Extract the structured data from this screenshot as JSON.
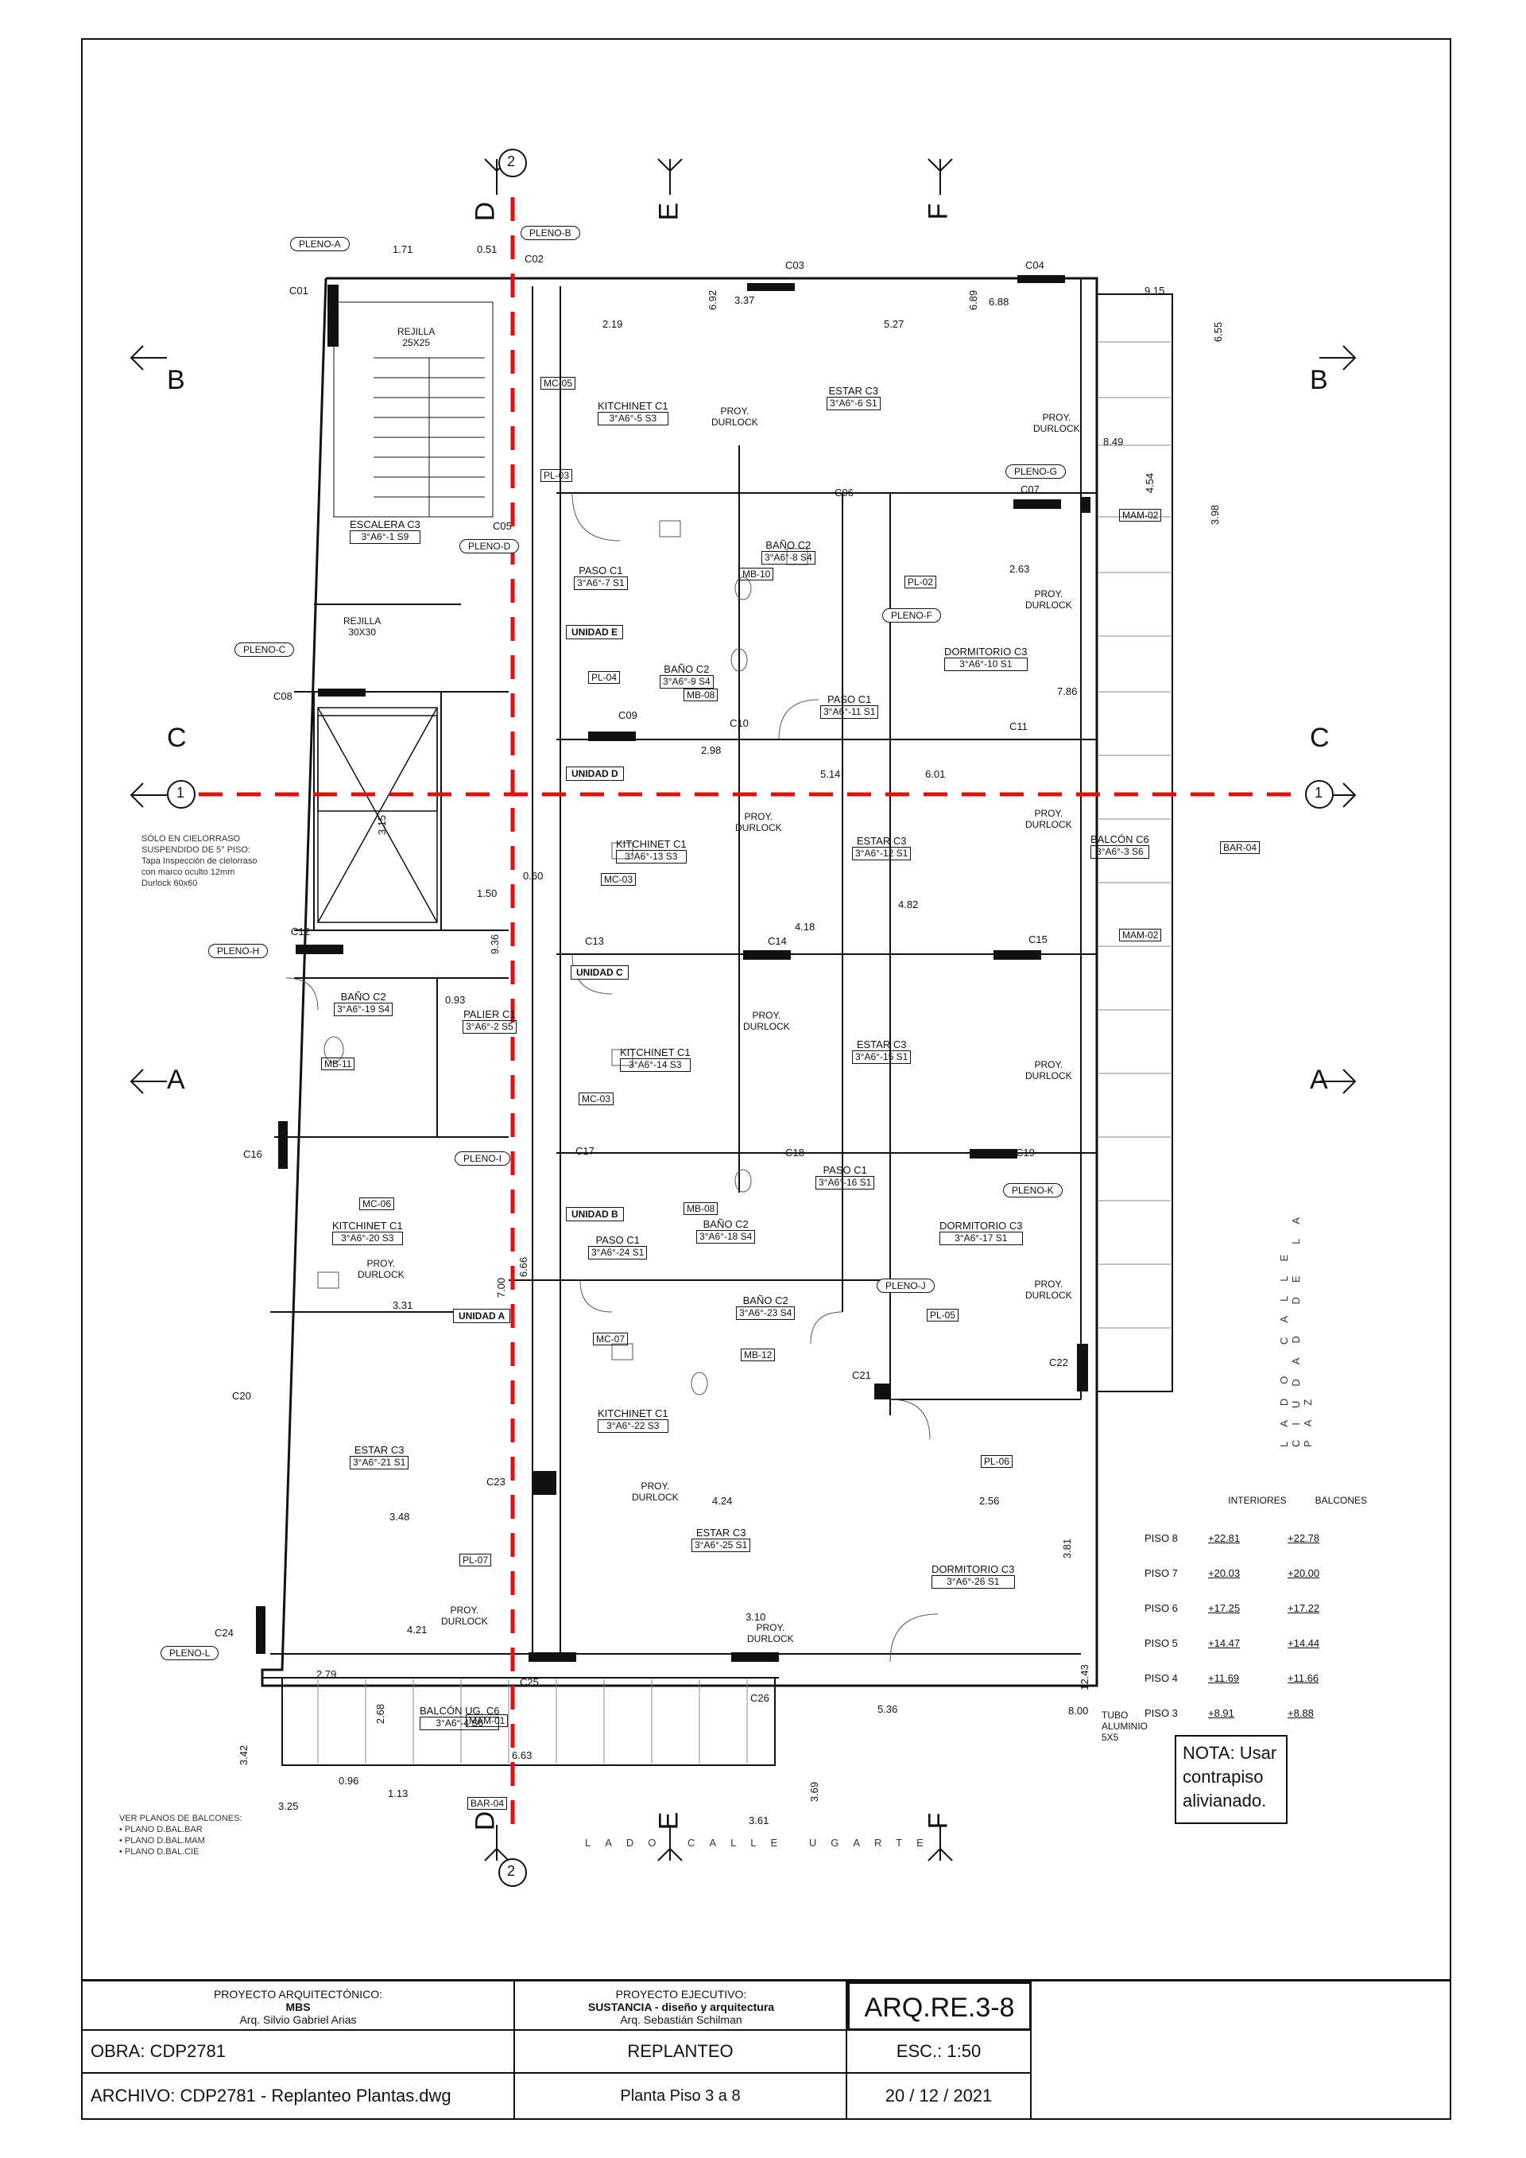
{
  "grid": {
    "rows": [
      "A",
      "B",
      "C"
    ],
    "cols": [
      "D",
      "E",
      "F"
    ],
    "axes": [
      "1",
      "2"
    ]
  },
  "plenos": [
    "PLENO-A",
    "PLENO-B",
    "PLENO-C",
    "PLENO-D",
    "PLENO-F",
    "PLENO-G",
    "PLENO-H",
    "PLENO-I",
    "PLENO-J",
    "PLENO-K",
    "PLENO-L"
  ],
  "unidades": [
    "UNIDAD A",
    "UNIDAD B",
    "UNIDAD C",
    "UNIDAD D",
    "UNIDAD E"
  ],
  "rooms": {
    "escalera": {
      "name": "ESCALERA",
      "cat": "C3",
      "code": "3°A6°-1",
      "s": "S9"
    },
    "kitchinet5": {
      "name": "KITCHINET",
      "cat": "C1",
      "code": "3°A6°-5",
      "s": "S3"
    },
    "estar6": {
      "name": "ESTAR",
      "cat": "C3",
      "code": "3°A6°-6",
      "s": "S1"
    },
    "paso7": {
      "name": "PASO",
      "cat": "C1",
      "code": "3°A6°-7",
      "s": "S1"
    },
    "bano8": {
      "name": "BAÑO",
      "cat": "C2",
      "code": "3°A6°-8",
      "s": "S4"
    },
    "bano9": {
      "name": "BAÑO",
      "cat": "C2",
      "code": "3°A6°-9",
      "s": "S4"
    },
    "dormitorio10": {
      "name": "DORMITORIO",
      "cat": "C3",
      "code": "3°A6°-10",
      "s": "S1"
    },
    "paso11": {
      "name": "PASO",
      "cat": "C1",
      "code": "3°A6°-11",
      "s": "S1"
    },
    "estar12": {
      "name": "ESTAR",
      "cat": "C3",
      "code": "3°A6°-12",
      "s": "S1"
    },
    "kitchinet13": {
      "name": "KITCHINET",
      "cat": "C1",
      "code": "3°A6°-13",
      "s": "S3"
    },
    "balcon3": {
      "name": "BALCÓN",
      "cat": "C6",
      "code": "3°A6°-3",
      "s": "S6"
    },
    "palier": {
      "name": "PALIER",
      "cat": "C1",
      "code": "3°A6°-2",
      "s": "S5"
    },
    "kitchinet14": {
      "name": "KITCHINET",
      "cat": "C1",
      "code": "3°A6°-14",
      "s": "S3"
    },
    "estar15": {
      "name": "ESTAR",
      "cat": "C3",
      "code": "3°A6°-15",
      "s": "S1"
    },
    "bano19": {
      "name": "BAÑO",
      "cat": "C2",
      "code": "3°A6°-19",
      "s": "S4"
    },
    "paso16": {
      "name": "PASO",
      "cat": "C1",
      "code": "3°A6°-16",
      "s": "S1"
    },
    "bano18": {
      "name": "BAÑO",
      "cat": "C2",
      "code": "3°A6°-18",
      "s": "S4"
    },
    "dormitorio17": {
      "name": "DORMITORIO",
      "cat": "C3",
      "code": "3°A6°-17",
      "s": "S1"
    },
    "kitchinet20": {
      "name": "KITCHINET",
      "cat": "C1",
      "code": "3°A6°-20",
      "s": "S3"
    },
    "paso24": {
      "name": "PASO",
      "cat": "C1",
      "code": "3°A6°-24",
      "s": "S1"
    },
    "bano23": {
      "name": "BAÑO",
      "cat": "C2",
      "code": "3°A6°-23",
      "s": "S4"
    },
    "kitchinet22": {
      "name": "KITCHINET",
      "cat": "C1",
      "code": "3°A6°-22",
      "s": "S3"
    },
    "estar21": {
      "name": "ESTAR",
      "cat": "C3",
      "code": "3°A6°-21",
      "s": "S1"
    },
    "estar25": {
      "name": "ESTAR",
      "cat": "C3",
      "code": "3°A6°-25",
      "s": "S1"
    },
    "dormitorio26": {
      "name": "DORMITORIO",
      "cat": "C3",
      "code": "3°A6°-26",
      "s": "S1"
    },
    "balcon4": {
      "name": "BALCÓN UG.",
      "cat": "C6",
      "code": "3°A6°-4",
      "s": "S6"
    }
  },
  "labels": {
    "rejilla1": "REJILLA",
    "rejilla1_size": "25X25",
    "rejilla2": "REJILLA",
    "rejilla2_size": "30X30",
    "proy": "PROY.",
    "durlock": "DURLOCK",
    "mam02": "MAM-02",
    "mam01": "MAM-01",
    "bar04": "BAR-04",
    "mc05": "MC-05",
    "mc03": "MC-03",
    "mc06": "MC-06",
    "mc07": "MC-07",
    "mb10": "MB-10",
    "mb08": "MB-08",
    "mb11": "MB-11",
    "mb12": "MB-12",
    "pl03": "PL-03",
    "pl04": "PL-04",
    "pl02": "PL-02",
    "pl05": "PL-05",
    "pl06": "PL-06",
    "pl07": "PL-07",
    "tubo": "TUBO ALUMINIO 5X5"
  },
  "columns": [
    "C01",
    "C02",
    "C03",
    "C04",
    "C05",
    "C06",
    "C07",
    "C08",
    "C09",
    "C10",
    "C11",
    "C12",
    "C13",
    "C14",
    "C15",
    "C16",
    "C17",
    "C18",
    "C19",
    "C20",
    "C21",
    "C22",
    "C23",
    "C24",
    "C25",
    "C26"
  ],
  "dims": [
    "1.71",
    "0.51",
    "9.15",
    "6.55",
    "5.27",
    "2.19",
    "3.37",
    "6.92",
    "6.89",
    "6.88",
    "8.49",
    "3.98",
    "4.54",
    "2.63",
    "7.86",
    "3.15",
    "9.36",
    "6.66",
    "7.00",
    "4.82",
    "4.18",
    "5.14",
    "6.01",
    "2.98",
    "3.48",
    "4.21",
    "3.31",
    "2.79",
    "2.68",
    "6.63",
    "1.13",
    "0.96",
    "3.25",
    "3.42",
    "3.61",
    "3.69",
    "5.36",
    "8.00",
    "12.43",
    "2.56",
    "3.81",
    "4.24",
    "3.10",
    "1.50",
    "0.93",
    "0.60"
  ],
  "cielorraso_note": "SÓLO EN CIELORRASO SUSPENDIDO DE 5° PISO: Tapa Inspección de cielorraso con marco oculto 12mm Durlock 60x60",
  "balcones_note": {
    "title": "VER PLANOS DE BALCONES:",
    "items": [
      "PLANO D.BAL.BAR",
      "PLANO D.BAL.MAM",
      "PLANO D.BAL.CIE"
    ]
  },
  "streets": {
    "right": "LADO CALLE CIUDAD DE LA PAZ",
    "bottom": "LADO CALLE UGARTE"
  },
  "levels": {
    "header_int": "INTERIORES",
    "header_bal": "BALCONES",
    "rows": [
      {
        "piso": "PISO 8",
        "int": "+22.81",
        "bal": "+22.78"
      },
      {
        "piso": "PISO 7",
        "int": "+20.03",
        "bal": "+20.00"
      },
      {
        "piso": "PISO 6",
        "int": "+17.25",
        "bal": "+17.22"
      },
      {
        "piso": "PISO 5",
        "int": "+14.47",
        "bal": "+14.44"
      },
      {
        "piso": "PISO 4",
        "int": "+11.69",
        "bal": "+11.66"
      },
      {
        "piso": "PISO 3",
        "int": "+8.91",
        "bal": "+8.88"
      }
    ]
  },
  "note": "NOTA: Usar contrapiso alivianado.",
  "titleblock": {
    "arq_label": "PROYECTO ARQUITECTÓNICO:",
    "arq_name": "MBS",
    "arq_person": "Arq. Silvio Gabriel Arias",
    "ejec_label": "PROYECTO EJECUTIVO:",
    "ejec_name": "SUSTANCIA - diseño y arquitectura",
    "ejec_person": "Arq. Sebastián Schilman",
    "sheet": "ARQ.RE.3-8",
    "obra": "OBRA:  CDP2781",
    "titulo": "REPLANTEO",
    "escala": "ESC.:   1:50",
    "archivo": "ARCHIVO:  CDP2781 - Replanteo Plantas.dwg",
    "subtitulo": "Planta Piso 3 a 8",
    "fecha": "20 / 12 / 2021"
  }
}
